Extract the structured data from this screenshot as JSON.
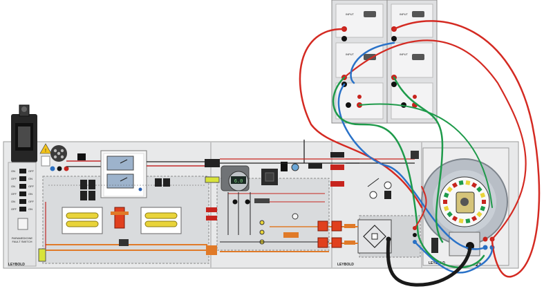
{
  "brand": "LEYBOLD",
  "switch_panel": {
    "label_on": "ON",
    "label_off": "OFF",
    "caption_line1": "PARAMEDICINE",
    "caption_line2": "FAULT SWITCH"
  },
  "logger": {
    "module_label": "INPUT",
    "display_value": "6.0"
  },
  "counter": {
    "value": "27"
  },
  "colors": {
    "wire_red": "#d42a22",
    "wire_blue": "#2a72c8",
    "wire_green": "#1e9a4a",
    "wire_black": "#1a1a1a",
    "panel": "#e9eaeb",
    "bus_orange": "#e07a28",
    "battery_yellow": "#e9d43a"
  },
  "icons": [
    "key-switch-icon",
    "warning-triangle-icon",
    "relay-icon",
    "battery-icon",
    "fuse-icon",
    "meter-icon",
    "bridge-rectifier-icon",
    "rotary-sensor-icon"
  ]
}
